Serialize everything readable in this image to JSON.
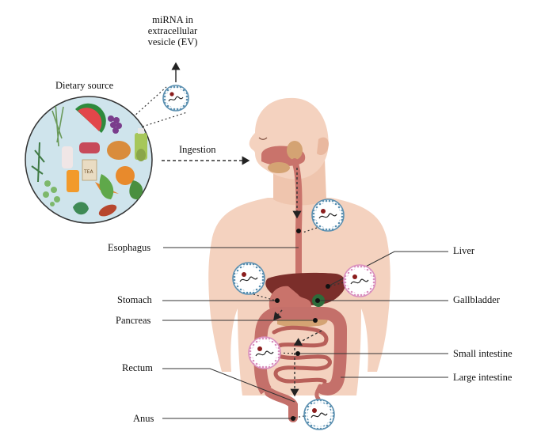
{
  "ev_label": {
    "line1": "miRNA in",
    "line2": "extracellular",
    "line3": "vesicle (EV)"
  },
  "dietary_source": "Dietary source",
  "ingestion": "Ingestion",
  "organs_left": {
    "esophagus": "Esophagus",
    "stomach": "Stomach",
    "pancreas": "Pancreas",
    "rectum": "Rectum",
    "anus": "Anus"
  },
  "organs_right": {
    "liver": "Liver",
    "gallbladder": "Gallbladder",
    "small_intestine": "Small intestine",
    "large_intestine": "Large intestine"
  },
  "food_items": {
    "tea_label": "TEA"
  },
  "icons": [
    "ev-vesicle-icon",
    "mirna-strand-icon",
    "watermelon-icon",
    "grapes-icon",
    "avocado-icon",
    "chicken-icon",
    "bottle-icon",
    "pumpkin-icon",
    "carrot-icon",
    "leafy-greens-icon",
    "herb-plant-icon",
    "sweet-potato-icon",
    "tea-package-icon",
    "steak-icon",
    "grain-plant-icon"
  ],
  "colors": {
    "skin": "#f4d2bf",
    "tract": "#c9736b",
    "liver": "#7b2e2a",
    "intestine": "#c4706a",
    "ev_blue": "#5a8fb0",
    "ev_pink": "#d98fbe",
    "circle_bg": "#cfe4ec"
  }
}
